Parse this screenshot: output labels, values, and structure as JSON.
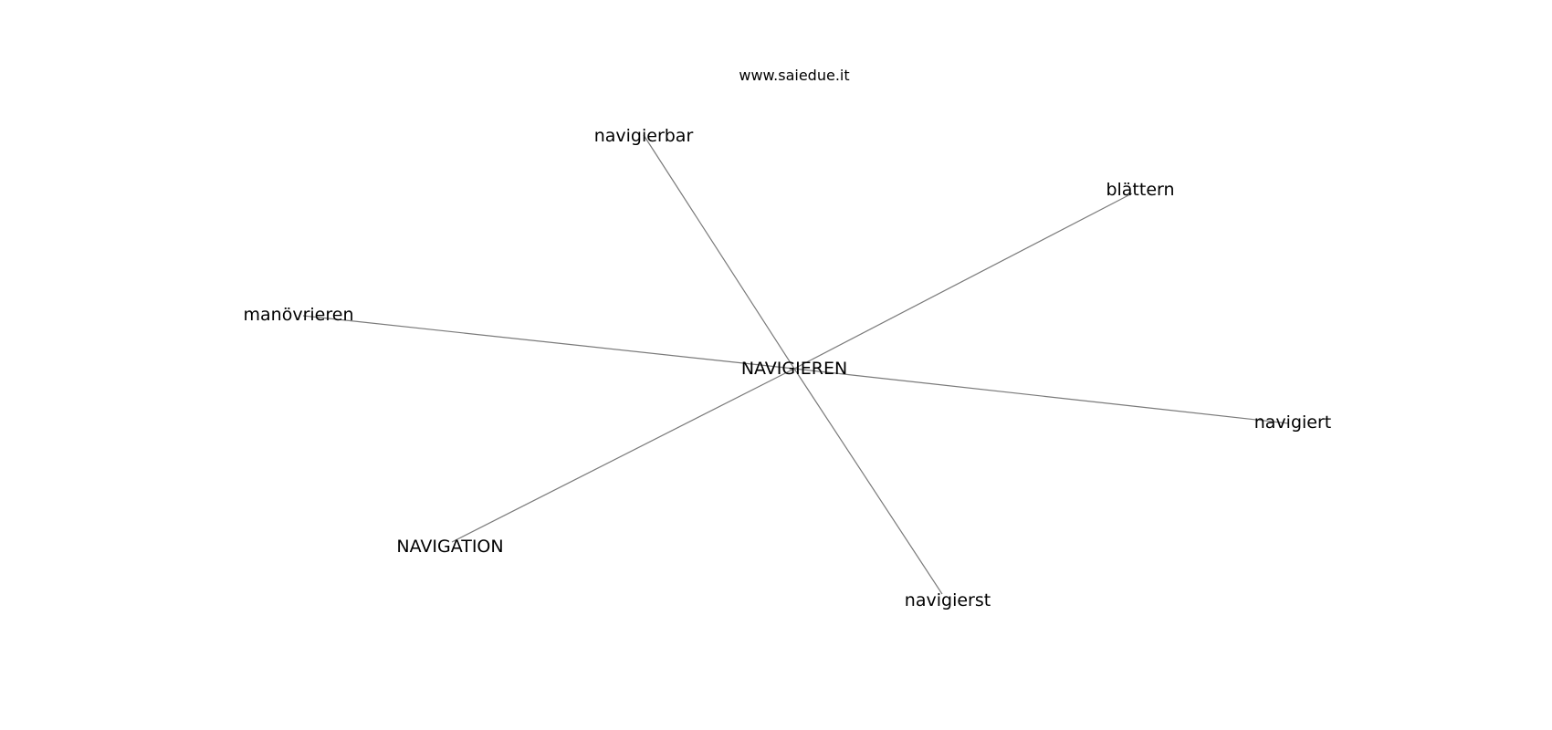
{
  "site": {
    "url": "www.saiedue.it"
  },
  "graph": {
    "center": {
      "id": "center",
      "label": "NAVIGIEREN"
    },
    "nodes": [
      {
        "id": "navigierbar",
        "label": "navigierbar"
      },
      {
        "id": "blaettern",
        "label": "blättern"
      },
      {
        "id": "manoevrieren",
        "label": "manövrieren"
      },
      {
        "id": "navigiert",
        "label": "navigiert"
      },
      {
        "id": "navigation",
        "label": "NAVIGATION"
      },
      {
        "id": "navigierst",
        "label": "navigierst"
      }
    ],
    "edges": [
      [
        "center",
        "navigierbar"
      ],
      [
        "center",
        "blaettern"
      ],
      [
        "center",
        "manoevrieren"
      ],
      [
        "center",
        "navigiert"
      ],
      [
        "center",
        "navigation"
      ],
      [
        "center",
        "navigierst"
      ]
    ],
    "edge_color": "#7a7a7a"
  }
}
